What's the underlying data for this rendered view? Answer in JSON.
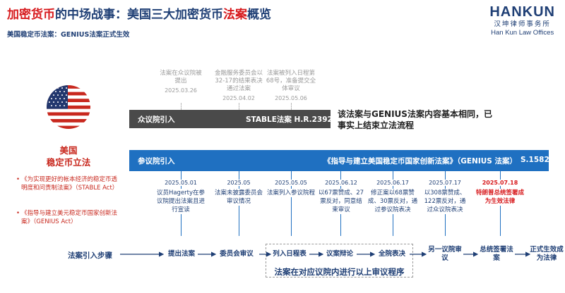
{
  "header": {
    "title_part1": "加密货币",
    "title_part2": "的中场战事：美国三大加密货币",
    "title_part3": "法案",
    "title_part4": "概览",
    "subtitle": "美国稳定币法案：GENIUS法案正式生效"
  },
  "logo": {
    "main": "HANKUN",
    "chinese": "汉坤律师事务所",
    "english": "Han Kun Law Offices"
  },
  "left_panel": {
    "country": "美国",
    "topic": "稳定币立法",
    "items": [
      "《为实现更好的帐本经济的稳定币透明度和问责制法案》（STABLE Act）",
      "《指导与建立美元稳定币国家创新法案》（GENIUS Act）"
    ]
  },
  "house_events": [
    {
      "text": "法案在众议院被提出",
      "date": "2025.03.26"
    },
    {
      "text": "金融服务委员会以32-17的结果表决通过法案",
      "date": "2025.04.02"
    },
    {
      "text": "法案被列入日程第68号，准备提交全体审议",
      "date": "2025.05.06"
    }
  ],
  "house_band": {
    "label": "众议院引入",
    "bill": "STABLE法案 H.R.2392"
  },
  "note": "该法案与GENIUS法案内容基本相同，已事实上结束立法流程",
  "senate_band": {
    "label": "参议院引入",
    "bill": "《指导与建立美国稳定币国家创新法案》（GENIUS 法案）",
    "number": "S.1582"
  },
  "senate_events": [
    {
      "date": "2025.05.01",
      "text": "议员Hagerty在参议院提出法案且进行宣读"
    },
    {
      "date": "2025.05",
      "text": "法案未披露委员会审议情况"
    },
    {
      "date": "2025.05.05",
      "text": "法案列入参议院程"
    },
    {
      "date": "2025.06.12",
      "text": "以67票赞成、27票反对，同意结束审议"
    },
    {
      "date": "2025.06.17",
      "text": "修正案以68票赞成、30票反对，通过参议院表决"
    },
    {
      "date": "2025.07.17",
      "text": "以308票赞成、122票反对，通过众议院表决"
    },
    {
      "date": "2025.07.18",
      "text": "特朗普总统签署成为生效法律"
    }
  ],
  "process": {
    "title": "法案引入步骤",
    "steps": [
      "提出法案",
      "委员会审议",
      "列入日程表",
      "议案辩论",
      "全院表决",
      "另一议院审议",
      "总统签署法案",
      "正式生效成为法律"
    ],
    "box_caption": "法案在对应议院内进行以上审议程序"
  },
  "colors": {
    "brand_red": "#d7191c",
    "brand_navy": "#1f3f75",
    "senate_blue": "#1f70c1",
    "house_gray": "#4a4a4a"
  }
}
